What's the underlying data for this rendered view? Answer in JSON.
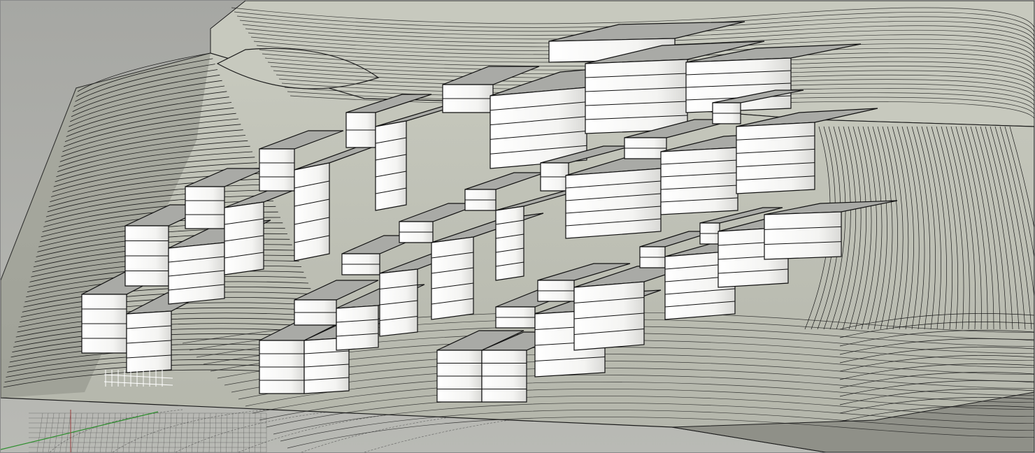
{
  "viewport": {
    "view": "perspective",
    "display_mode": "shaded",
    "colors": {
      "background": "#a6a7a3",
      "background_light": "#b9bab5",
      "terrain_far": "#c7c9be",
      "terrain_near": "#b3b5aa",
      "terrain_shadow": "#8f9088",
      "terrain_slope": "#8e8f86",
      "contour": "#1b1b1b",
      "block_top": "#a9aaa6",
      "block_face": "#ffffff",
      "edge": "#111111",
      "grid": "#3a3a3a",
      "x_axis": "#9a3b3b",
      "y_axis": "#2f8f2f"
    },
    "model": {
      "block_clusters": 3,
      "object_type": "stepped terraced building blocks on contoured terrain"
    }
  }
}
